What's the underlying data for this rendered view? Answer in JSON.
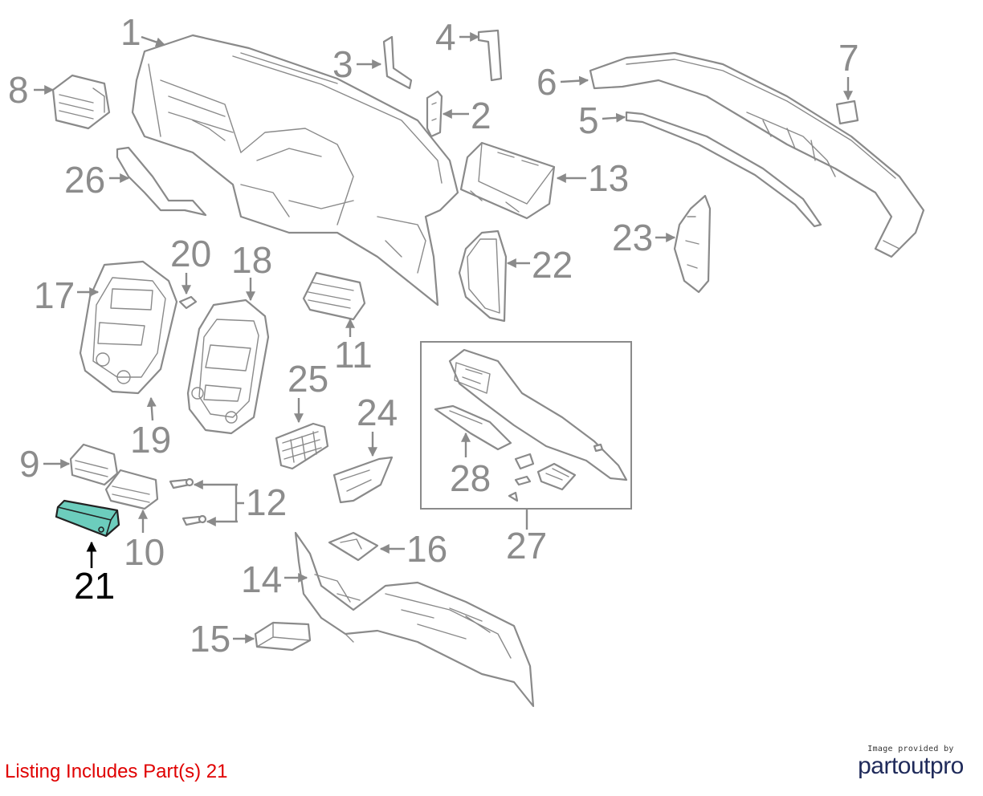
{
  "callouts": {
    "c1": "1",
    "c2": "2",
    "c3": "3",
    "c4": "4",
    "c5": "5",
    "c6": "6",
    "c7": "7",
    "c8": "8",
    "c9": "9",
    "c10": "10",
    "c11": "11",
    "c12": "12",
    "c13": "13",
    "c14": "14",
    "c15": "15",
    "c16": "16",
    "c17": "17",
    "c18": "18",
    "c19": "19",
    "c20": "20",
    "c21": "21",
    "c22": "22",
    "c23": "23",
    "c24": "24",
    "c25": "25",
    "c26": "26",
    "c27": "27",
    "c28": "28"
  },
  "highlighted_callout": "21",
  "colors": {
    "highlight_fill": "#6ccdbd",
    "line_gray": "#8a8a8a",
    "listing_red": "#e00000",
    "brand_navy": "#1f2a5a"
  },
  "footer": {
    "listing_note": "Listing Includes Part(s) 21",
    "credit_small": "Image provided by",
    "credit_logo": "partoutpro"
  }
}
